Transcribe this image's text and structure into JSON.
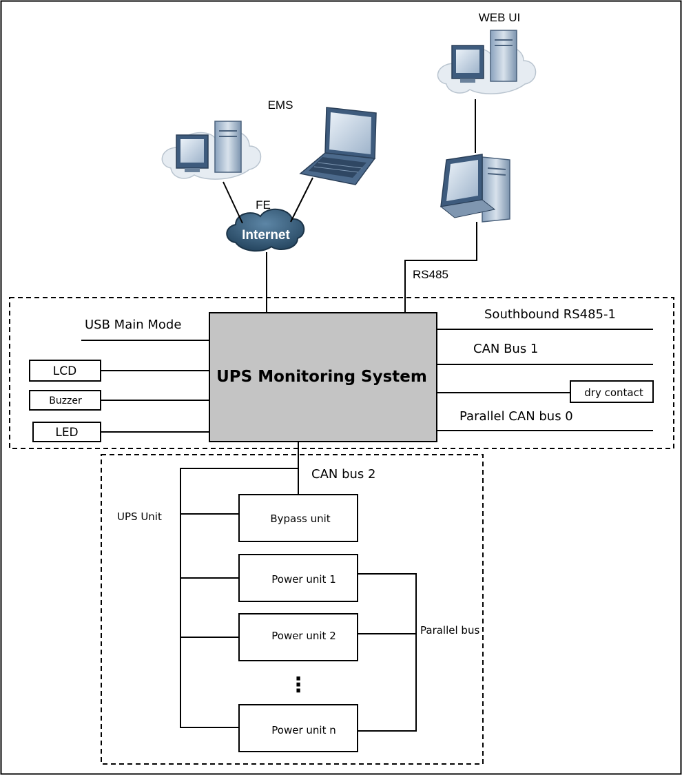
{
  "top": {
    "web_ui_label": "WEB UI",
    "ems_label": "EMS",
    "fe_label": "FE",
    "internet_label": "Internet",
    "rs485_label": "RS485"
  },
  "monitor": {
    "title": "UPS Monitoring System",
    "left_ports": {
      "usb": "USB Main Mode",
      "lcd": "LCD",
      "buzzer": "Buzzer",
      "led": "LED"
    },
    "right_ports": {
      "southbound": "Southbound RS485-1",
      "can1": "CAN Bus 1",
      "dry_contact": "dry contact",
      "parallel_can0": "Parallel CAN bus 0"
    }
  },
  "ups": {
    "can_bus2_label": "CAN bus 2",
    "unit_label": "UPS Unit",
    "bypass": "Bypass unit",
    "power1": "Power unit 1",
    "power2": "Power unit 2",
    "ellipsis": "⋮",
    "powern": "Power unit n",
    "parallel_bus": "Parallel bus"
  },
  "colors": {
    "monitor_fill": "#c4c4c4",
    "cloud_fill": "#e6ecf2",
    "internet_fill": "#2f5673",
    "device_dark": "#3e5b7d",
    "device_light": "#c5d3e2"
  }
}
